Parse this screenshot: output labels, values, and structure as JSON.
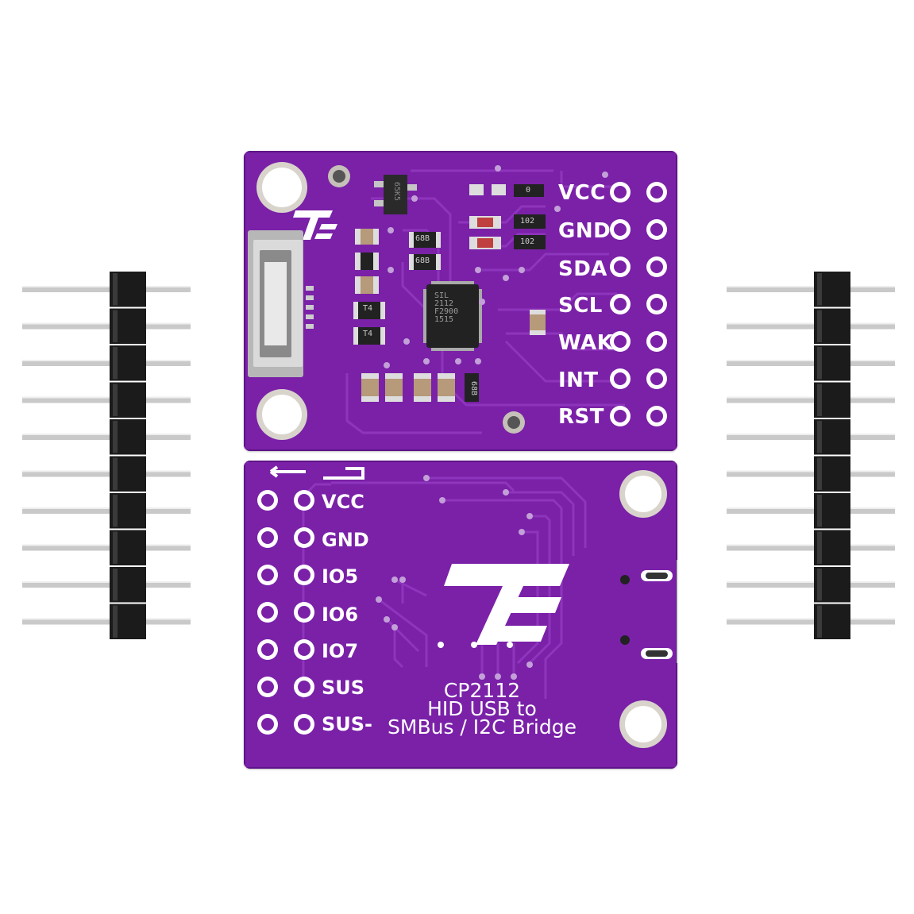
{
  "top_board": {
    "pin_labels": [
      "VCC",
      "GND",
      "SDA",
      "SCL",
      "WAK",
      "INT",
      "RST"
    ],
    "chip_marking": [
      "SIL",
      "2112",
      "F2900",
      "1515"
    ],
    "component_codes": {
      "transistor": "65K5",
      "led_resistor_1": "102",
      "led_resistor_2": "102",
      "cap_1": "68B",
      "cap_2": "68B",
      "cap_3": "68B",
      "diode_1": "T4",
      "diode_2": "T4",
      "small_comp": "0"
    }
  },
  "bottom_board": {
    "pin_labels": [
      "VCC",
      "GND",
      "IO5",
      "IO6",
      "IO7",
      "SUS",
      "SUS-"
    ],
    "caption_lines": [
      "CP2112",
      "HID USB to",
      "SMBus / I2C Bridge"
    ]
  },
  "colors": {
    "pcb": "#7a21a8",
    "pcb_dark": "#5e1488",
    "trace": "#8e35bd",
    "silkscreen": "#ffffff",
    "header_plastic": "#1b1b1b",
    "pin_metal": "#c9c9c9"
  },
  "headers": {
    "pin_count": 10
  }
}
